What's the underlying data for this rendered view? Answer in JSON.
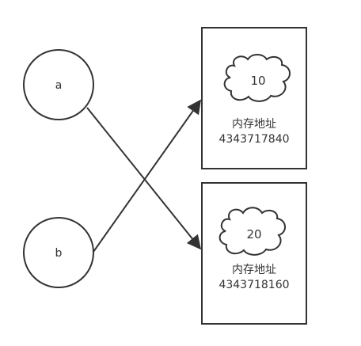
{
  "variables": [
    {
      "label": "a"
    },
    {
      "label": "b"
    }
  ],
  "memory_blocks": [
    {
      "value": "10",
      "label": "内存地址",
      "address": "4343717840"
    },
    {
      "value": "20",
      "label": "内存地址",
      "address": "4343718160"
    }
  ],
  "colors": {
    "stroke": "#333333",
    "fill": "#ffffff",
    "text": "#333333"
  }
}
